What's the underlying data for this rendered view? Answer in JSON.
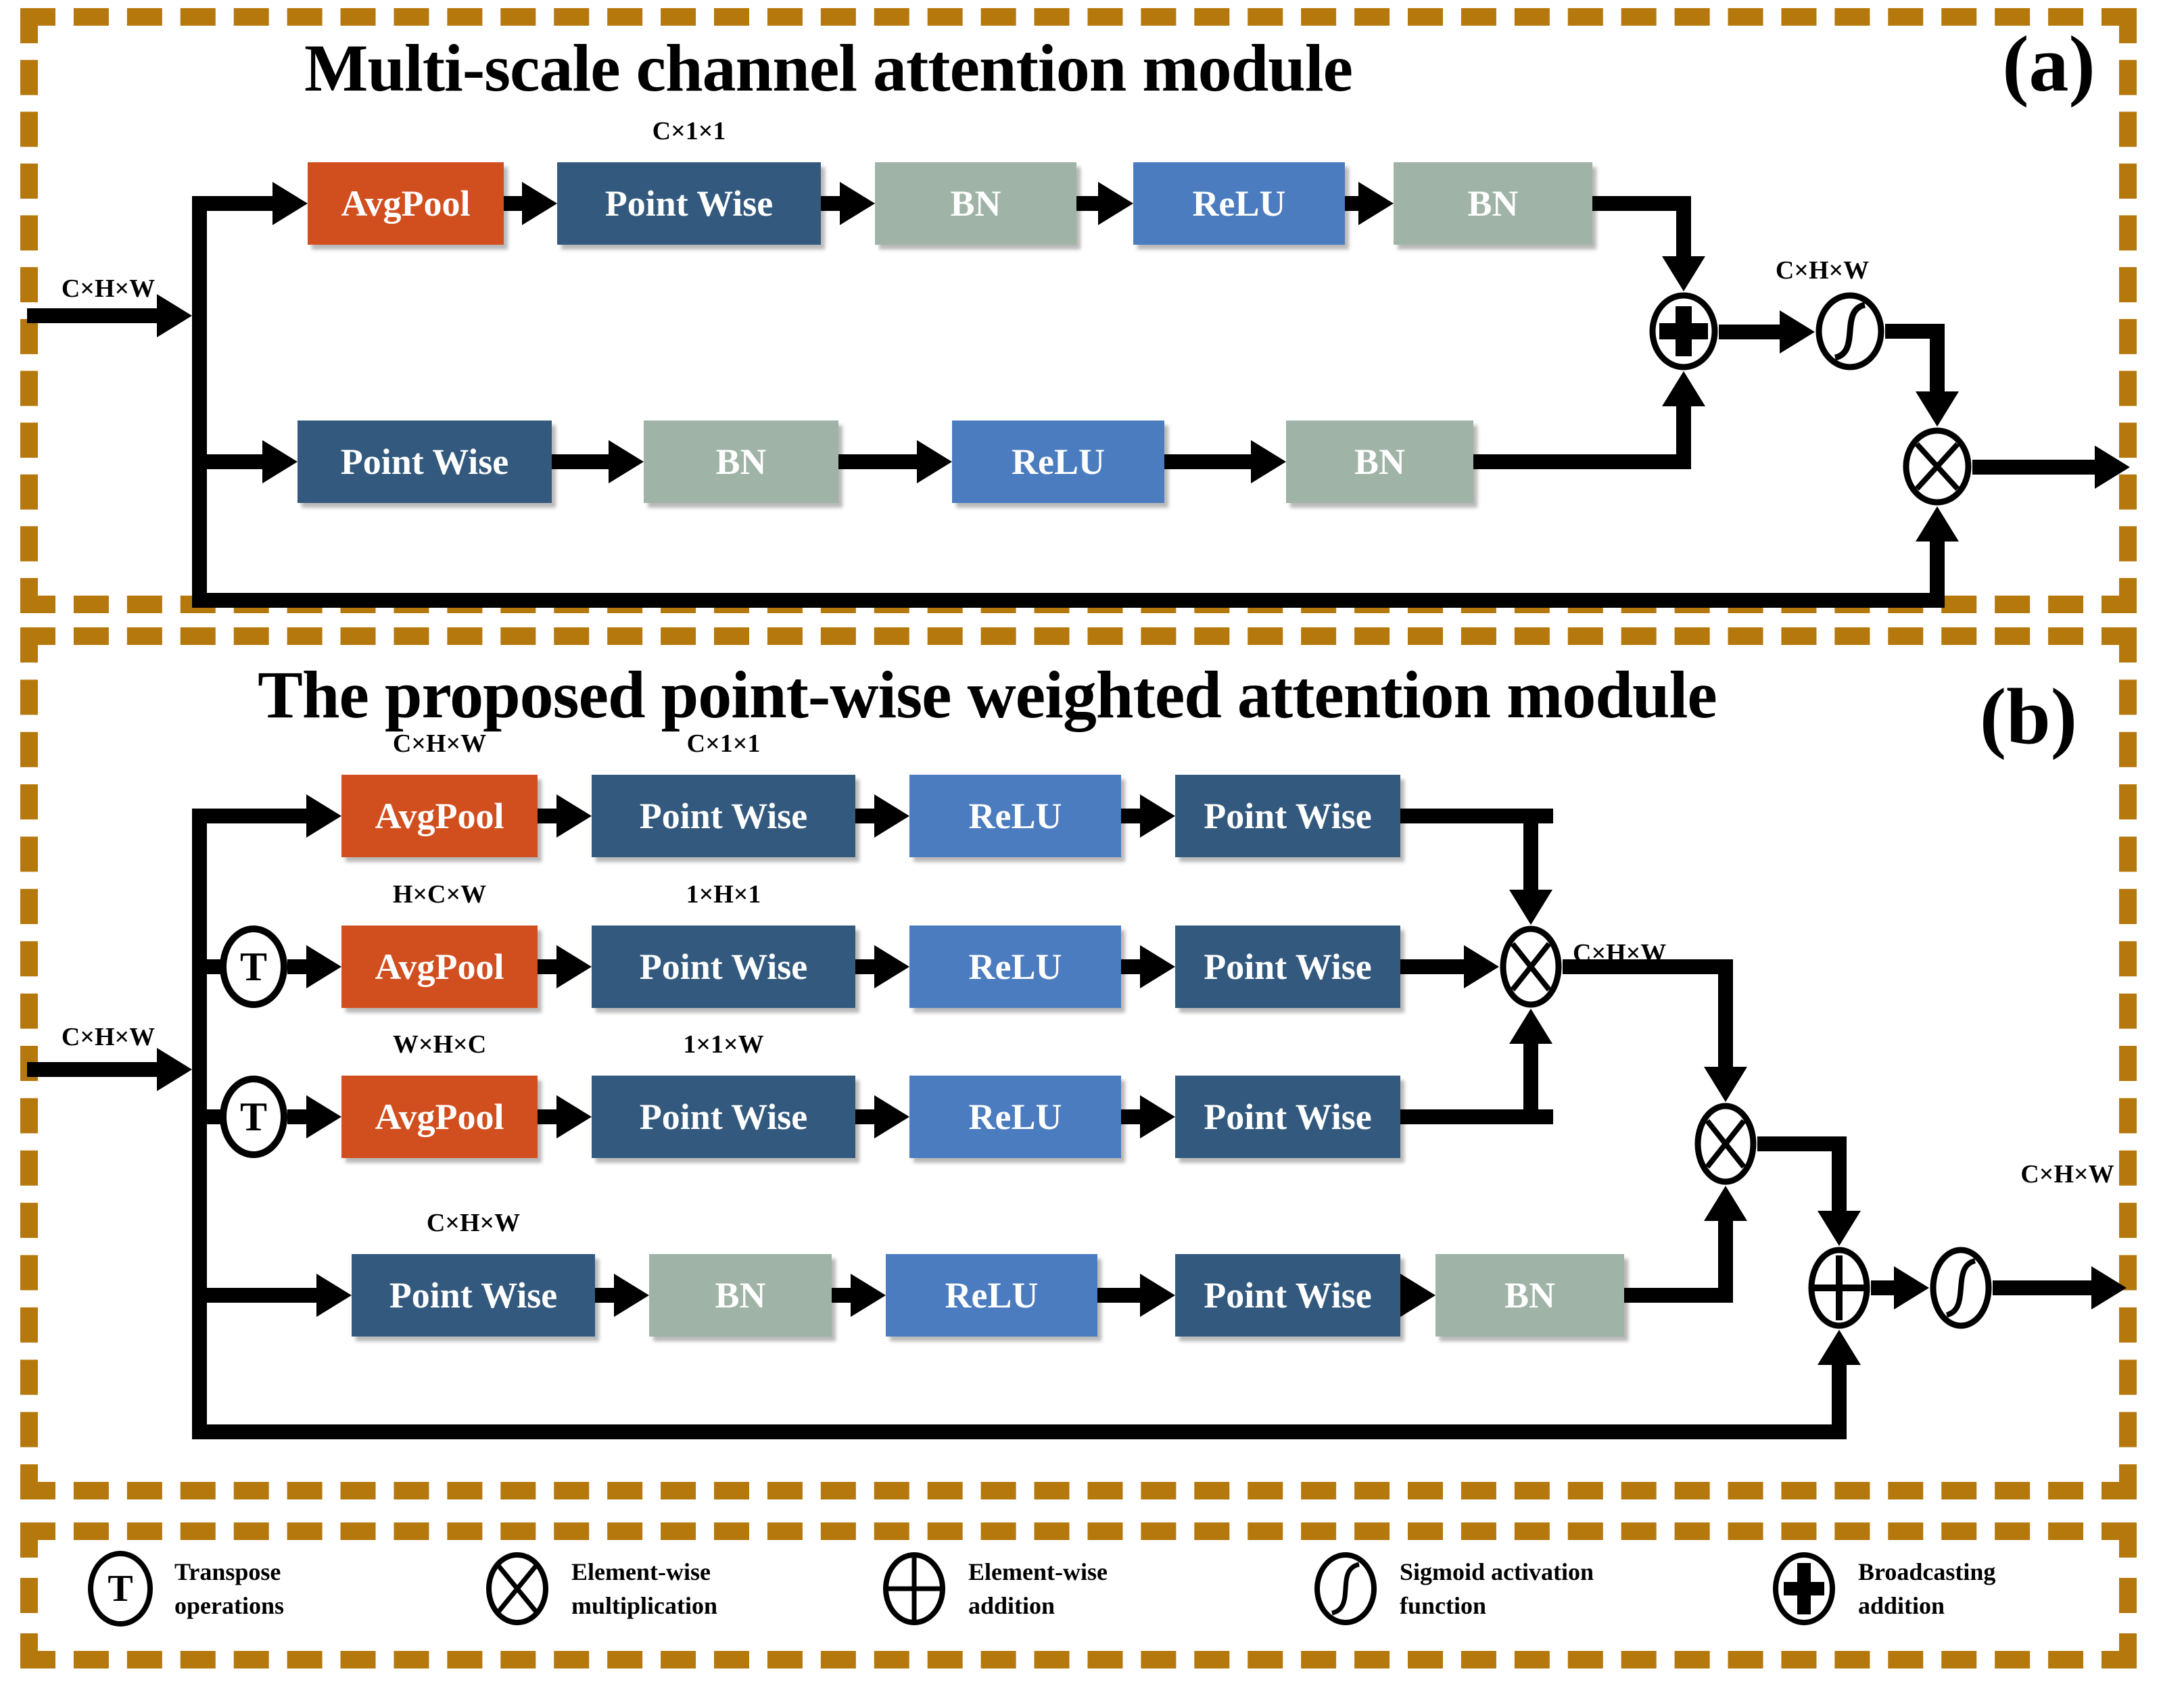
{
  "panel_a": {
    "title": "Multi-scale channel attention module",
    "tag": "(a)",
    "input_dim": "C×H×W",
    "pw_dim": "C×1×1",
    "out_dim": "C×H×W",
    "row1": [
      "AvgPool",
      "Point Wise",
      "BN",
      "ReLU",
      "BN"
    ],
    "row2": [
      "Point Wise",
      "BN",
      "ReLU",
      "BN"
    ]
  },
  "panel_b": {
    "title": "The proposed point-wise weighted attention module",
    "tag": "(b)",
    "input_dim": "C×H×W",
    "transpose": "T",
    "mult_dim": "C×H×W",
    "out_dim": "C×H×W",
    "rows": [
      {
        "dims": [
          "C×H×W",
          "C×1×1"
        ],
        "blocks": [
          "AvgPool",
          "Point Wise",
          "ReLU",
          "Point Wise"
        ]
      },
      {
        "dims": [
          "H×C×W",
          "1×H×1"
        ],
        "blocks": [
          "AvgPool",
          "Point Wise",
          "ReLU",
          "Point Wise"
        ]
      },
      {
        "dims": [
          "W×H×C",
          "1×1×W"
        ],
        "blocks": [
          "AvgPool",
          "Point Wise",
          "ReLU",
          "Point Wise"
        ]
      },
      {
        "dims": [
          "C×H×W"
        ],
        "blocks": [
          "Point Wise",
          "BN",
          "ReLU",
          "Point Wise",
          "BN"
        ]
      }
    ]
  },
  "legend": {
    "items": [
      {
        "glyph": "T",
        "line1": "Transpose",
        "line2": "operations"
      },
      {
        "line1": "Element-wise",
        "line2": "multiplication"
      },
      {
        "line1": "Element-wise",
        "line2": "addition"
      },
      {
        "line1": "Sigmoid activation",
        "line2": "function"
      },
      {
        "line1": "Broadcasting",
        "line2": "addition"
      }
    ]
  },
  "colors": {
    "avgpool": "#d14e1f",
    "pointwise": "#335a7e",
    "relu": "#4a7cbf",
    "bn": "#9fb3a7",
    "dashed_border": "#b5780d",
    "line": "#000000"
  }
}
